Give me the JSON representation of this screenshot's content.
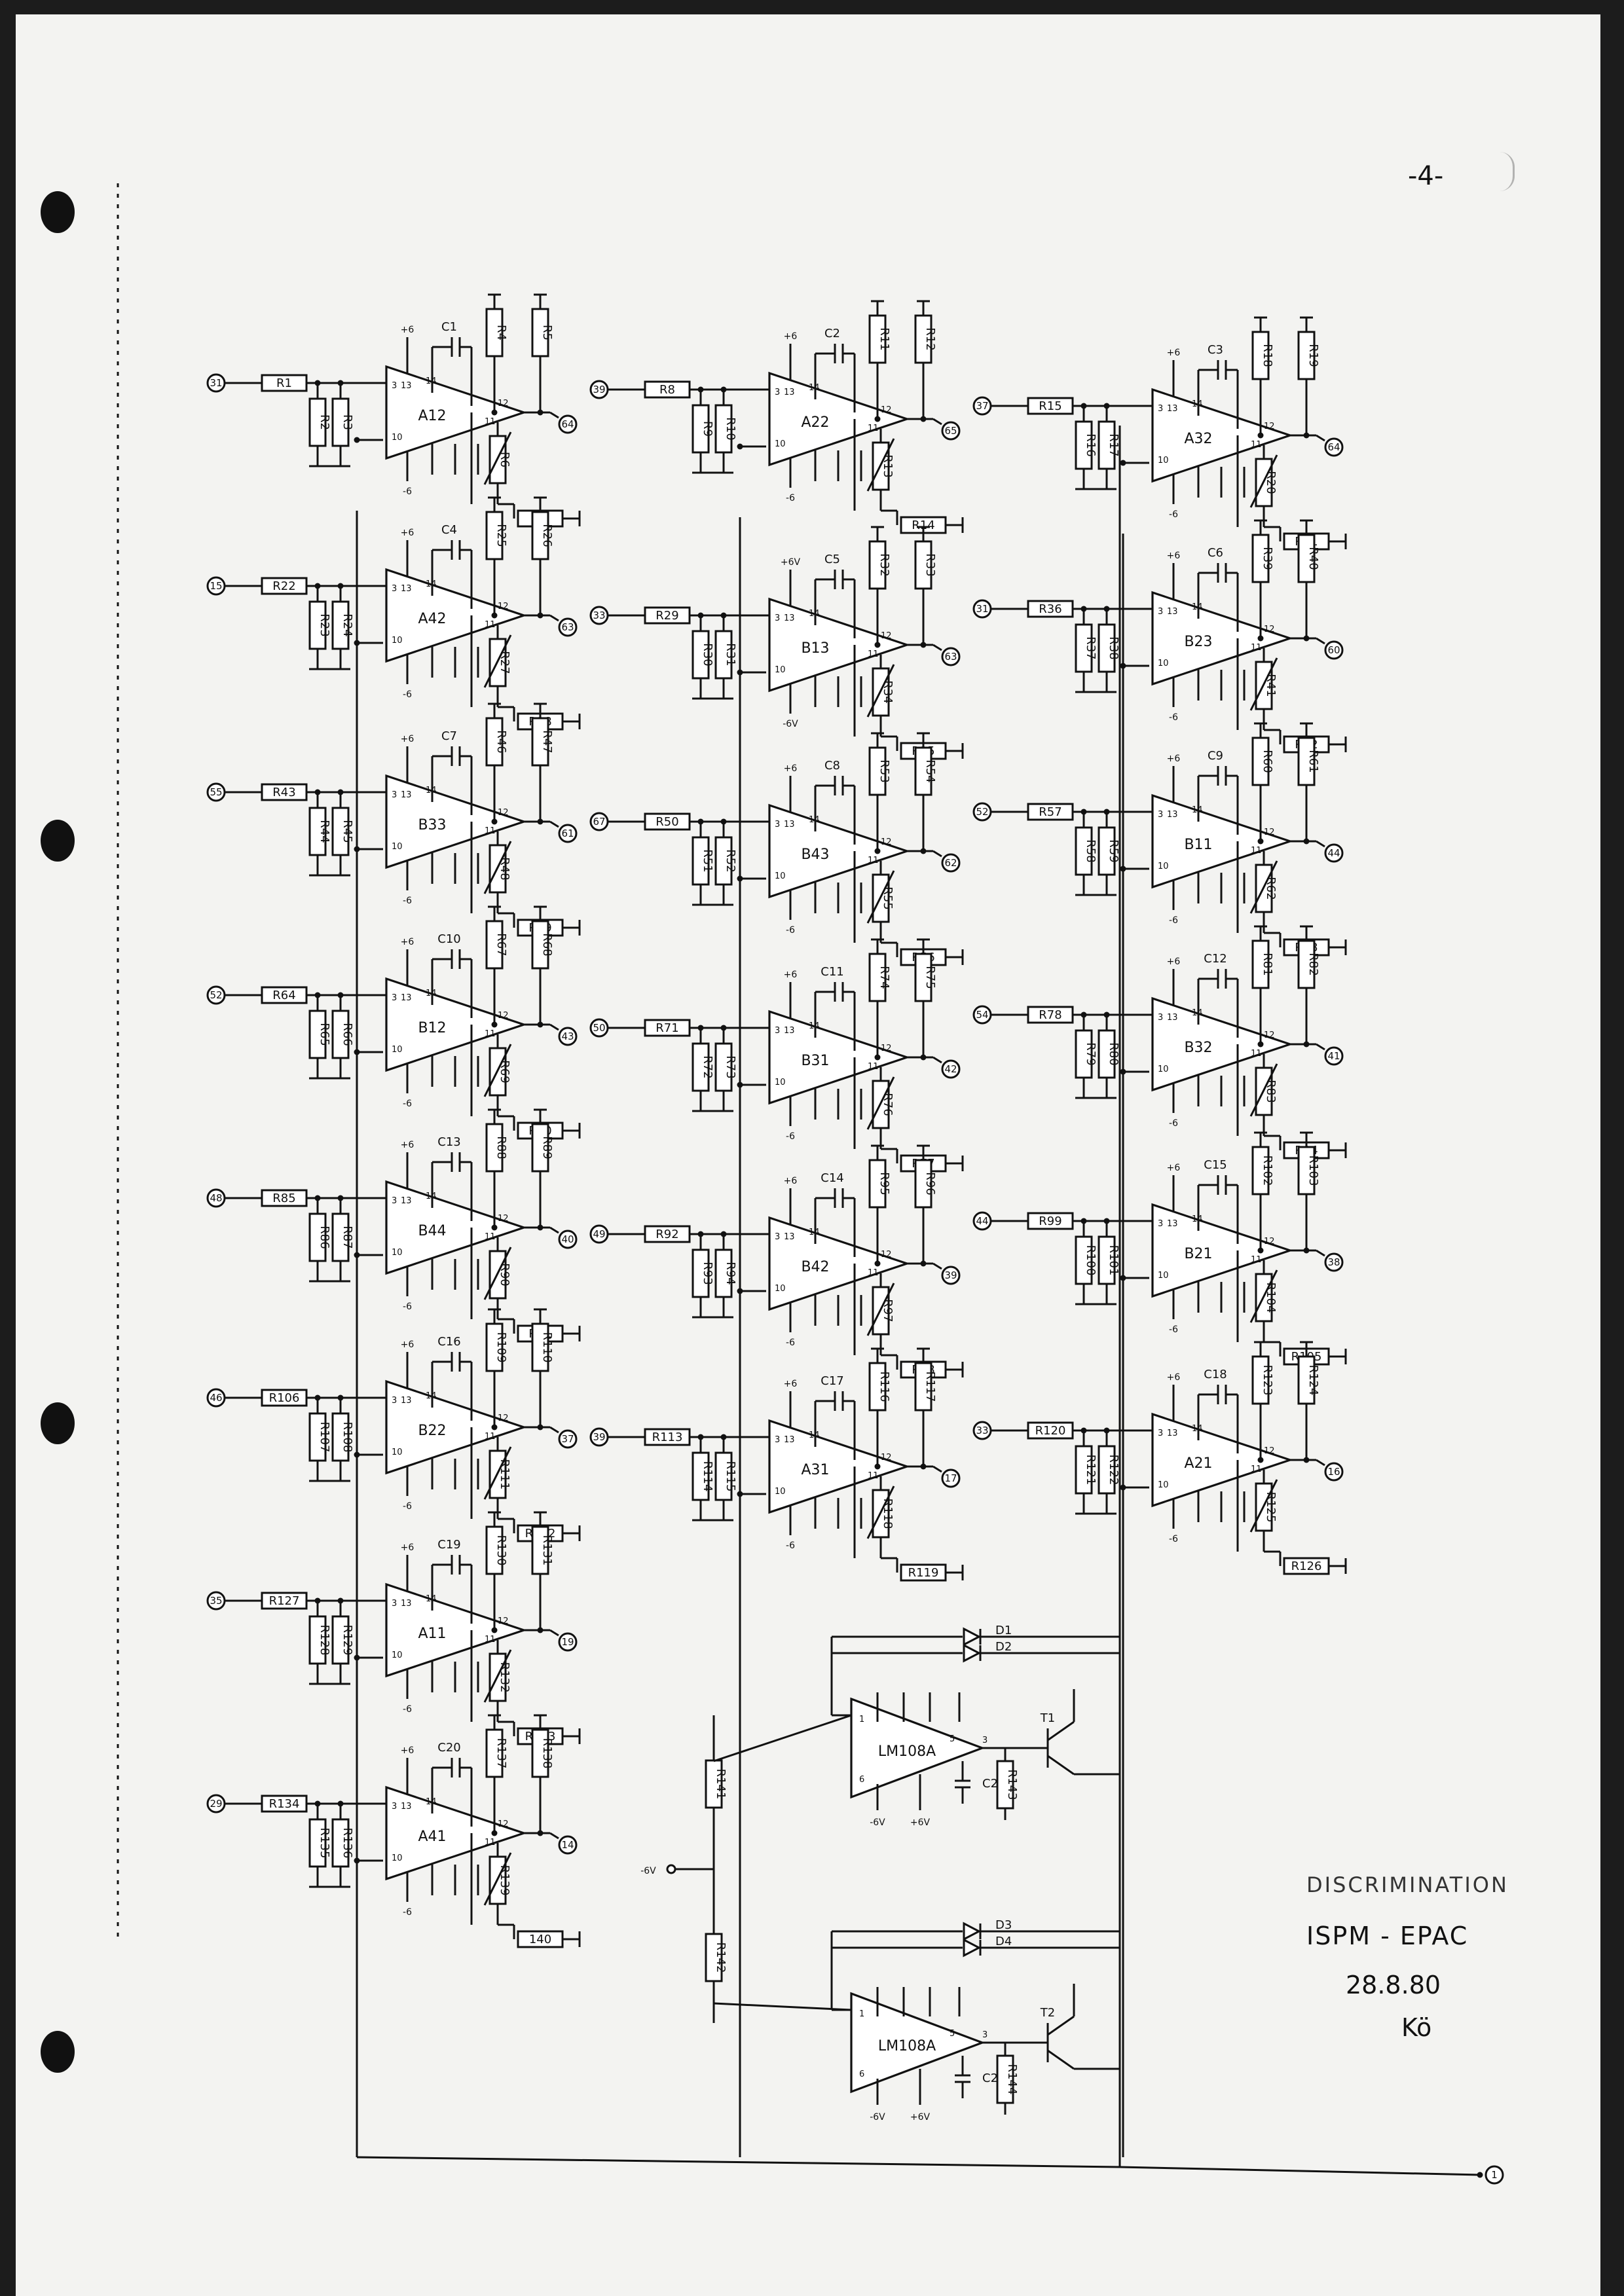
{
  "page": {
    "number": "-4-",
    "notes": [
      "DISCRIMINATION",
      "ISPM - EPAC",
      "28.8.80",
      "Kö"
    ]
  },
  "columns": [
    {
      "amps": [
        {
          "name": "A12",
          "in": "31",
          "out": "64",
          "r_in": "R1",
          "r_sh": [
            "R2",
            "R3"
          ],
          "cap": "C1",
          "r_top": [
            "R4",
            "R5"
          ],
          "r_adj": "R6",
          "r_trim": "R7",
          "sup_top": "+6",
          "sup_bot": "-6"
        },
        {
          "name": "A42",
          "in": "15",
          "out": "63",
          "r_in": "R22",
          "r_sh": [
            "R23",
            "R24"
          ],
          "cap": "C4",
          "r_top": [
            "R25",
            "R26"
          ],
          "r_adj": "R27",
          "r_trim": "R28",
          "sup_top": "+6",
          "sup_bot": "-6"
        },
        {
          "name": "B33",
          "in": "55",
          "out": "61",
          "r_in": "R43",
          "r_sh": [
            "R44",
            "R45"
          ],
          "cap": "C7",
          "r_top": [
            "R46",
            "R47"
          ],
          "r_adj": "R48",
          "r_trim": "R49",
          "sup_top": "+6",
          "sup_bot": "-6"
        },
        {
          "name": "B12",
          "in": "52",
          "out": "43",
          "r_in": "R64",
          "r_sh": [
            "R65",
            "R66"
          ],
          "cap": "C10",
          "r_top": [
            "R67",
            "R68"
          ],
          "r_adj": "R69",
          "r_trim": "R70",
          "sup_top": "+6",
          "sup_bot": "-6"
        },
        {
          "name": "B44",
          "in": "48",
          "out": "40",
          "r_in": "R85",
          "r_sh": [
            "R86",
            "R87"
          ],
          "cap": "C13",
          "r_top": [
            "R88",
            "R89"
          ],
          "r_adj": "R90",
          "r_trim": "R91",
          "sup_top": "+6",
          "sup_bot": "-6"
        },
        {
          "name": "B22",
          "in": "46",
          "out": "37",
          "r_in": "R106",
          "r_sh": [
            "R107",
            "R108"
          ],
          "cap": "C16",
          "r_top": [
            "R109",
            "R110"
          ],
          "r_adj": "R111",
          "r_trim": "R112",
          "sup_top": "+6",
          "sup_bot": "-6"
        },
        {
          "name": "A11",
          "in": "35",
          "out": "19",
          "r_in": "R127",
          "r_sh": [
            "R128",
            "R129"
          ],
          "cap": "C19",
          "r_top": [
            "R130",
            "R131"
          ],
          "r_adj": "R132",
          "r_trim": "R133",
          "sup_top": "+6",
          "sup_bot": "-6"
        },
        {
          "name": "A41",
          "in": "29",
          "out": "14",
          "r_in": "R134",
          "r_sh": [
            "R135",
            "R136"
          ],
          "cap": "C20",
          "r_top": [
            "R137",
            "R138"
          ],
          "r_adj": "R139",
          "r_trim": "140",
          "sup_top": "+6",
          "sup_bot": "-6"
        }
      ]
    },
    {
      "amps": [
        {
          "name": "A22",
          "in": "39",
          "out": "65",
          "r_in": "R8",
          "r_sh": [
            "R9",
            "R10"
          ],
          "cap": "C2",
          "r_top": [
            "R11",
            "R12"
          ],
          "r_adj": "R13",
          "r_trim": "R14",
          "sup_top": "+6",
          "sup_bot": "-6"
        },
        {
          "name": "B13",
          "in": "33",
          "out": "63",
          "r_in": "R29",
          "r_sh": [
            "R30",
            "R31"
          ],
          "cap": "C5",
          "r_top": [
            "R32",
            "R33"
          ],
          "r_adj": "R34",
          "r_trim": "R35",
          "sup_top": "+6V",
          "sup_bot": "-6V"
        },
        {
          "name": "B43",
          "in": "67",
          "out": "62",
          "r_in": "R50",
          "r_sh": [
            "R51",
            "R52"
          ],
          "cap": "C8",
          "r_top": [
            "R53",
            "R54"
          ],
          "r_adj": "R55",
          "r_trim": "R56",
          "sup_top": "+6",
          "sup_bot": "-6"
        },
        {
          "name": "B31",
          "in": "50",
          "out": "42",
          "r_in": "R71",
          "r_sh": [
            "R72",
            "R73"
          ],
          "cap": "C11",
          "r_top": [
            "R74",
            "R75"
          ],
          "r_adj": "R76",
          "r_trim": "R77",
          "sup_top": "+6",
          "sup_bot": "-6"
        },
        {
          "name": "B42",
          "in": "49",
          "out": "39",
          "r_in": "R92",
          "r_sh": [
            "R93",
            "R94"
          ],
          "cap": "C14",
          "r_top": [
            "R95",
            "R96"
          ],
          "r_adj": "R97",
          "r_trim": "R98",
          "sup_top": "+6",
          "sup_bot": "-6"
        },
        {
          "name": "A31",
          "in": "39",
          "out": "17",
          "r_in": "R113",
          "r_sh": [
            "R114",
            "R115"
          ],
          "cap": "C17",
          "r_top": [
            "R116",
            "R117"
          ],
          "r_adj": "R118",
          "r_trim": "R119",
          "sup_top": "+6",
          "sup_bot": "-6"
        }
      ]
    },
    {
      "amps": [
        {
          "name": "A32",
          "in": "37",
          "out": "64",
          "r_in": "R15",
          "r_sh": [
            "R16",
            "R17"
          ],
          "cap": "C3",
          "r_top": [
            "R18",
            "R19"
          ],
          "r_adj": "R20",
          "r_trim": "R21",
          "sup_top": "+6",
          "sup_bot": "-6"
        },
        {
          "name": "B23",
          "in": "31",
          "out": "60",
          "r_in": "R36",
          "r_sh": [
            "R37",
            "R38"
          ],
          "cap": "C6",
          "r_top": [
            "R39",
            "R40"
          ],
          "r_adj": "R41",
          "r_trim": "R42",
          "sup_top": "+6",
          "sup_bot": "-6"
        },
        {
          "name": "B11",
          "in": "52",
          "out": "44",
          "r_in": "R57",
          "r_sh": [
            "R58",
            "R59"
          ],
          "cap": "C9",
          "r_top": [
            "R60",
            "R61"
          ],
          "r_adj": "R62",
          "r_trim": "R63",
          "sup_top": "+6",
          "sup_bot": "-6"
        },
        {
          "name": "B32",
          "in": "54",
          "out": "41",
          "r_in": "R78",
          "r_sh": [
            "R79",
            "R80"
          ],
          "cap": "C12",
          "r_top": [
            "R81",
            "R82"
          ],
          "r_adj": "R83",
          "r_trim": "R84",
          "sup_top": "+6",
          "sup_bot": "-6"
        },
        {
          "name": "B21",
          "in": "44",
          "out": "38",
          "r_in": "R99",
          "r_sh": [
            "R100",
            "R101"
          ],
          "cap": "C15",
          "r_top": [
            "R102",
            "R103"
          ],
          "r_adj": "R104",
          "r_trim": "R105",
          "sup_top": "+6",
          "sup_bot": "-6"
        },
        {
          "name": "A21",
          "in": "33",
          "out": "16",
          "r_in": "R120",
          "r_sh": [
            "R121",
            "R122"
          ],
          "cap": "C18",
          "r_top": [
            "R123",
            "R124"
          ],
          "r_adj": "R125",
          "r_trim": "R126",
          "sup_top": "+6",
          "sup_bot": "-6"
        }
      ]
    }
  ],
  "comparators": [
    {
      "name": "LM108A",
      "diodes": [
        "D1",
        "D2"
      ],
      "transistor": "T1",
      "cap": "C21",
      "r_out": "R143",
      "sup_left": "-6V",
      "sup_right": "+6V"
    },
    {
      "name": "LM108A",
      "diodes": [
        "D3",
        "D4"
      ],
      "transistor": "T2",
      "cap": "C22",
      "r_out": "R144",
      "sup_left": "-6V",
      "sup_right": "+6V"
    }
  ],
  "divider": {
    "supply": "-6V",
    "r_top": "R141",
    "r_bot": "R142"
  },
  "common_terminal": "1"
}
